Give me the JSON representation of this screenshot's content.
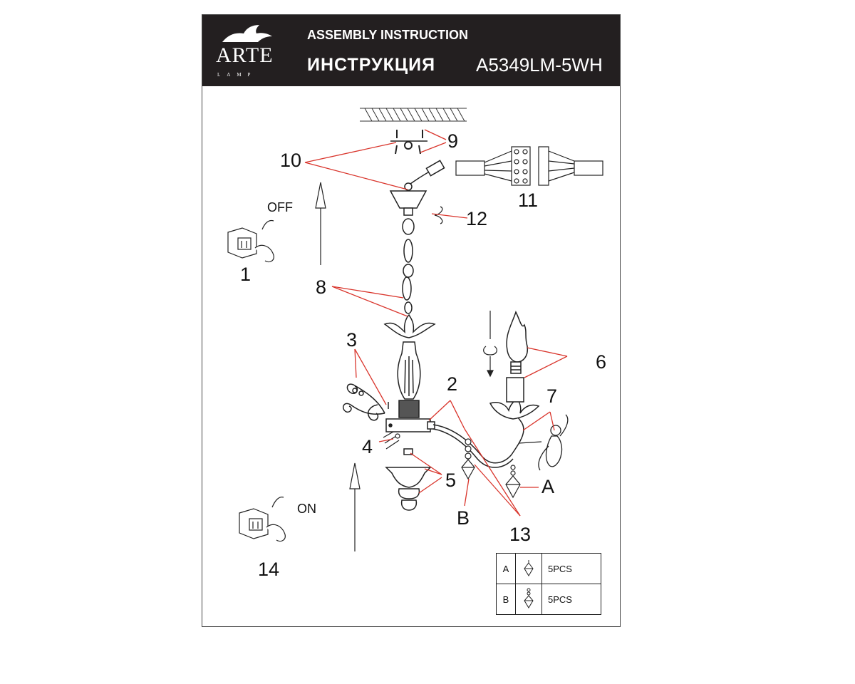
{
  "header": {
    "logo": "ARTE",
    "logo_sub": "LAMP",
    "title_en": "ASSEMBLY INSTRUCTION",
    "title_ru": "ИНСТРУКЦИЯ",
    "model": "A5349LM-5WH"
  },
  "callouts": {
    "c1": "1",
    "c2": "2",
    "c3": "3",
    "c4": "4",
    "c5": "5",
    "c6": "6",
    "c7": "7",
    "c8": "8",
    "c9": "9",
    "c10": "10",
    "c11": "11",
    "c12": "12",
    "c13": "13",
    "c14": "14",
    "cA": "A",
    "cB": "B"
  },
  "switch_labels": {
    "off": "OFF",
    "on": "ON"
  },
  "legend": [
    {
      "letter": "A",
      "icon": "crystal-pendant-icon",
      "qty": "5PCS"
    },
    {
      "letter": "B",
      "icon": "crystal-bead-pendant-icon",
      "qty": "5PCS"
    }
  ],
  "colors": {
    "header_bg": "#231f20",
    "leader_lines": "#d9342b",
    "ink": "#111111"
  }
}
